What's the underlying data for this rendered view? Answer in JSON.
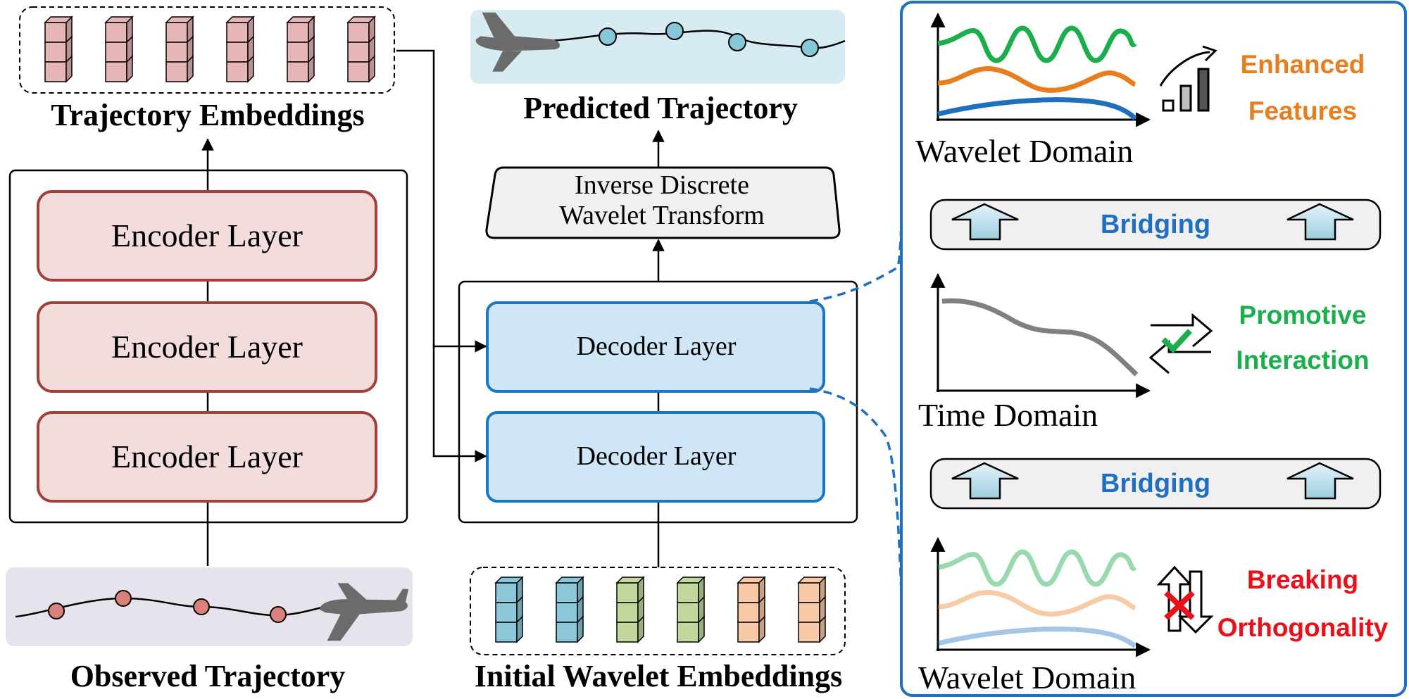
{
  "labels": {
    "trajectory_embeddings": "Trajectory Embeddings",
    "observed_trajectory": "Observed Trajectory",
    "predicted_trajectory": "Predicted Trajectory",
    "initial_wavelet_embeddings": "Initial Wavelet Embeddings",
    "idwt_line1": "Inverse Discrete",
    "idwt_line2": "Wavelet Transform"
  },
  "encoder_layers": [
    "Encoder Layer",
    "Encoder Layer",
    "Encoder Layer"
  ],
  "decoder_layers": [
    "Decoder Layer",
    "Decoder Layer"
  ],
  "right_panel": {
    "top": {
      "domain": "Wavelet Domain",
      "caption_line1": "Enhanced",
      "caption_line2": "Features"
    },
    "bridging_1": "Bridging",
    "middle": {
      "domain": "Time Domain",
      "caption_line1": "Promotive",
      "caption_line2": "Interaction"
    },
    "bridging_2": "Bridging",
    "bottom": {
      "domain": "Wavelet Domain",
      "caption_line1": "Breaking",
      "caption_line2": "Orthogonality"
    }
  },
  "colors": {
    "encoder_fill": "#f2dcdc",
    "encoder_stroke": "#a0413b",
    "decoder_fill": "#cfe6f7",
    "decoder_stroke": "#1a78c2",
    "panel_border": "#1f70c1",
    "bridging_text": "#1f70c1",
    "wave_green": "#1aae4c",
    "wave_orange": "#e87d1e",
    "wave_blue": "#1f6fc0",
    "enhanced": "#e87d1e",
    "promotive": "#1aae4c",
    "breaking": "#e8101a",
    "time_curve": "#808080",
    "cube_pink": "#e6b6b6",
    "cube_cyan": "#8cc8da",
    "cube_green": "#c2d79c",
    "cube_peach": "#f7c9a6"
  },
  "icons": [
    "airplane-icon",
    "airplane-icon",
    "bar-chart-up-icon",
    "swap-arrows-check-icon",
    "swap-arrows-cross-icon",
    "up-arrow-icon"
  ]
}
